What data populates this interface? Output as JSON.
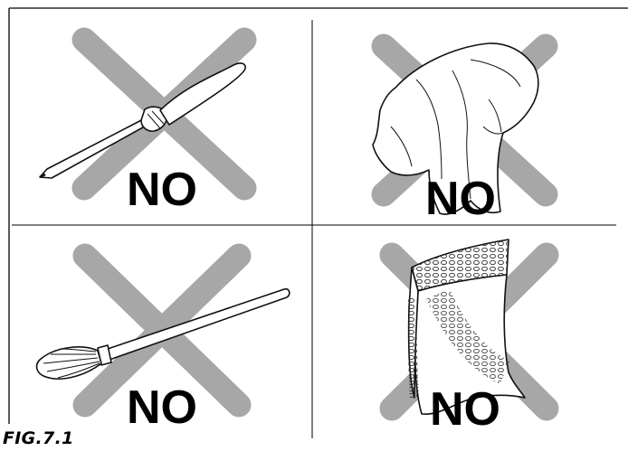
{
  "figure": {
    "caption": "FIG.7.1",
    "panels": [
      {
        "item": "screwdriver",
        "label": "NO"
      },
      {
        "item": "cloth",
        "label": "NO"
      },
      {
        "item": "brush",
        "label": "NO"
      },
      {
        "item": "sponge",
        "label": "NO"
      }
    ],
    "colors": {
      "cross": "#a7a7a7",
      "line": "#111111",
      "frame": "#000000"
    }
  }
}
